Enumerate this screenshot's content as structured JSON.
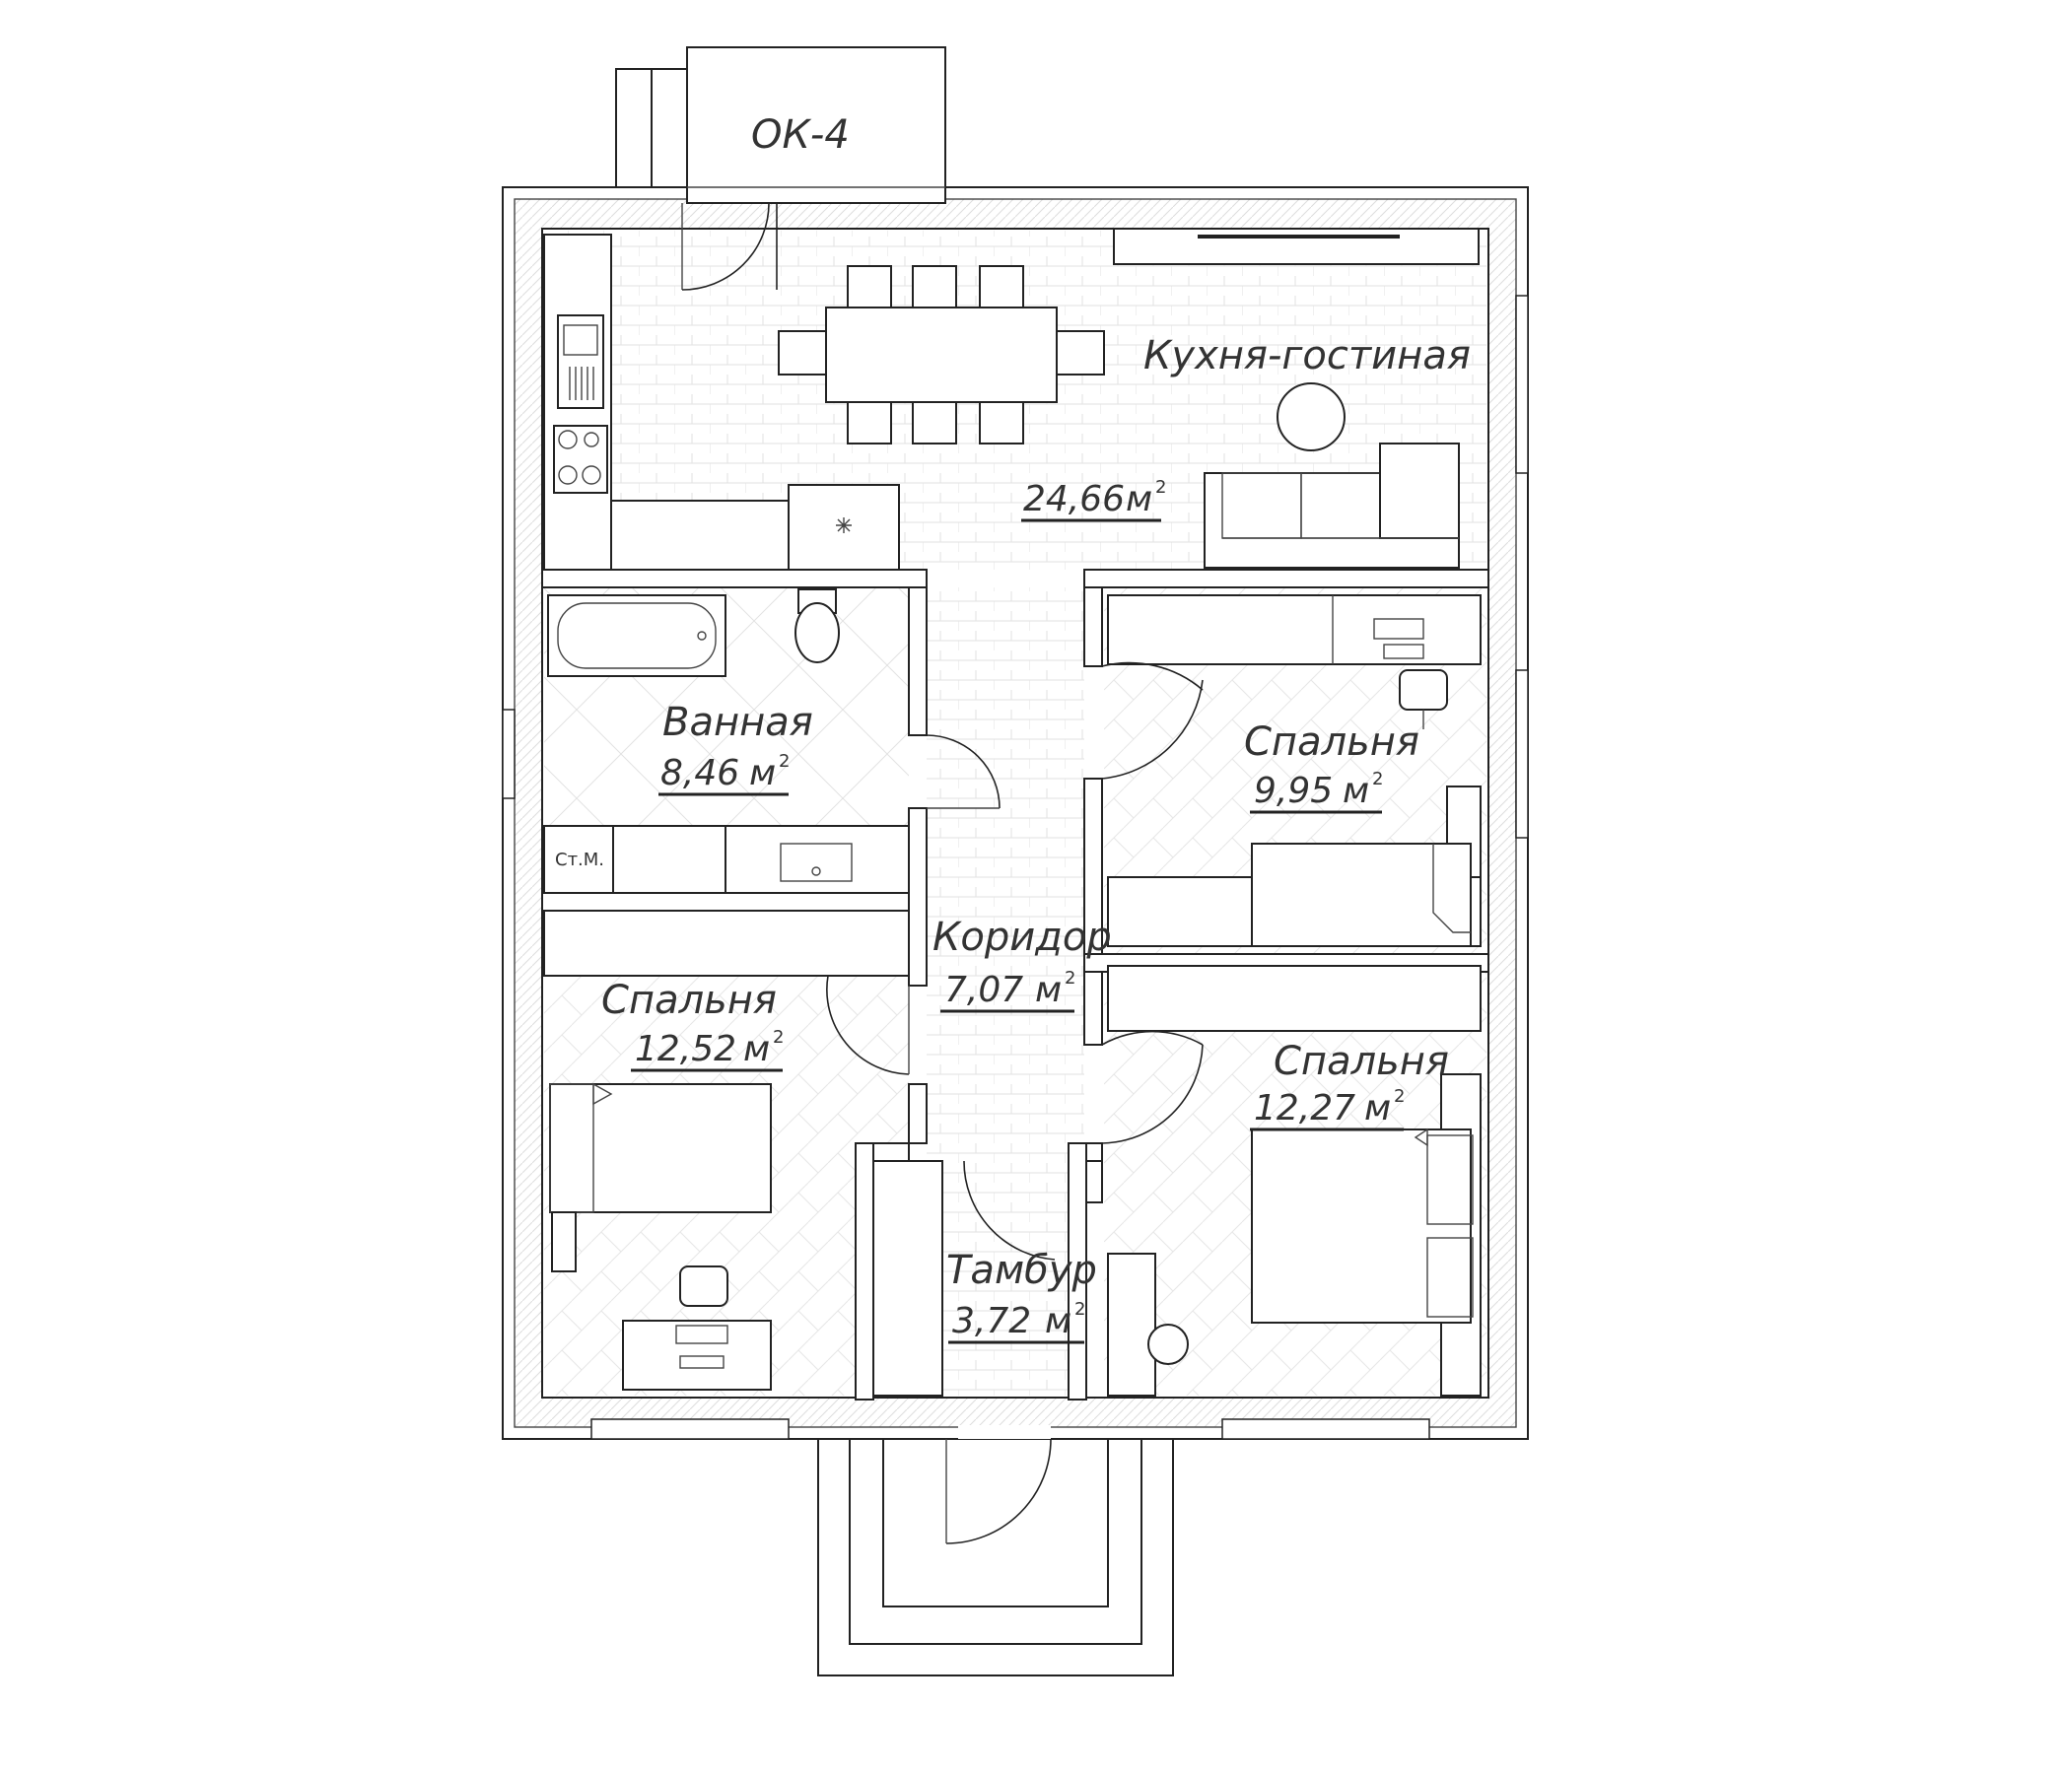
{
  "window_label": "ОК-4",
  "washer_label": "Ст.М.",
  "area_unit": "м",
  "area_unit_exponent": "2",
  "rooms": [
    {
      "id": "kitchen",
      "name": "Кухня-гостиная",
      "area": "24,66"
    },
    {
      "id": "bath",
      "name": "Ванная",
      "area": "8,46"
    },
    {
      "id": "bed1",
      "name": "Спальня",
      "area": "9,95"
    },
    {
      "id": "corridor",
      "name": "Коридор",
      "area": "7,07"
    },
    {
      "id": "bed2",
      "name": "Спальня",
      "area": "12,52"
    },
    {
      "id": "bed3",
      "name": "Спальня",
      "area": "12,27"
    },
    {
      "id": "vestibule",
      "name": "Тамбур",
      "area": "3,72"
    }
  ]
}
